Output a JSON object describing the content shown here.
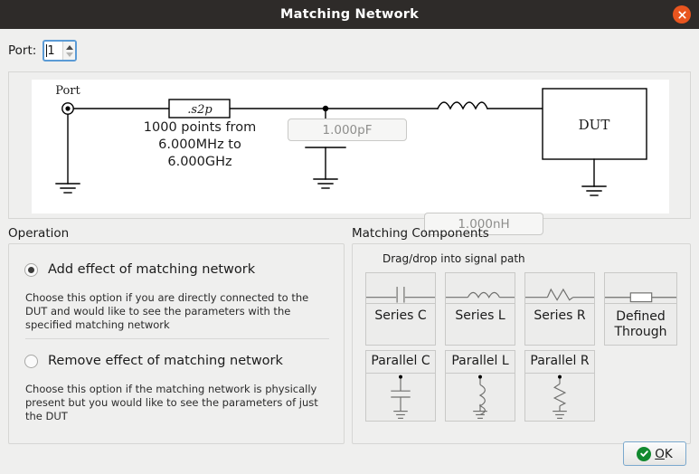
{
  "window": {
    "title": "Matching Network",
    "close_icon": "close-icon"
  },
  "port": {
    "label": "Port:",
    "value": "1"
  },
  "circuit": {
    "port_label": "Port",
    "block_label": ".s2p",
    "sweep_line1": "1000 points from",
    "sweep_line2": "6.000MHz to",
    "sweep_line3": "6.000GHz",
    "cap_value": "1.000pF",
    "ind_value": "1.000nH",
    "dut_label": "DUT"
  },
  "operation": {
    "title": "Operation",
    "options": [
      {
        "label": "Add effect of matching network",
        "selected": true,
        "hint": "Choose this option if you are directly connected to the DUT and would like to see the parameters with the specified matching network"
      },
      {
        "label": "Remove effect of matching network",
        "selected": false,
        "hint": "Choose this option if the matching network is physically present but you would like to see the parameters of just the DUT"
      }
    ]
  },
  "components": {
    "title": "Matching Components",
    "hint": "Drag/drop into signal path",
    "series": [
      {
        "name": "Series C",
        "symbol": "capacitor-icon"
      },
      {
        "name": "Series L",
        "symbol": "inductor-icon"
      },
      {
        "name": "Series R",
        "symbol": "resistor-icon"
      },
      {
        "name": "Defined\nThrough",
        "name_line1": "Defined",
        "name_line2": "Through",
        "symbol": "through-icon"
      }
    ],
    "parallel": [
      {
        "name": "Parallel C",
        "symbol": "shunt-capacitor-icon"
      },
      {
        "name": "Parallel L",
        "symbol": "shunt-inductor-icon"
      },
      {
        "name": "Parallel R",
        "symbol": "shunt-resistor-icon"
      }
    ]
  },
  "footer": {
    "ok_mnemonic": "O",
    "ok_rest": "K",
    "ok_icon": "check-circle-icon"
  },
  "colors": {
    "titlebar_bg": "#2e2b29",
    "close_bg": "#e9551f",
    "window_bg": "#efefee",
    "focus_blue": "#5b9bd5",
    "ok_green": "#12892f",
    "disabled_text": "#8e8e8c"
  }
}
